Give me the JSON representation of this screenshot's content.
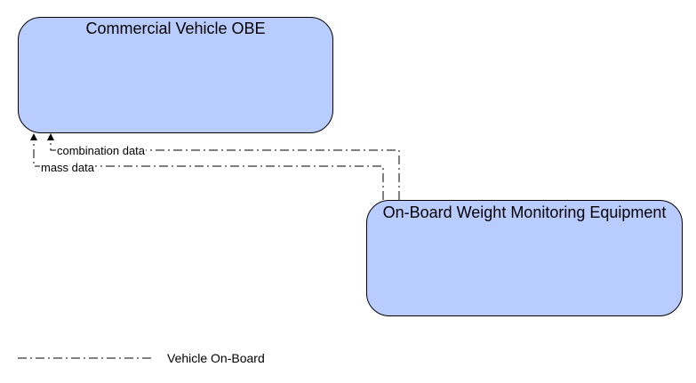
{
  "nodes": {
    "commercial_vehicle_obe": "Commercial Vehicle OBE",
    "weight_monitoring": "On-Board Weight Monitoring Equipment"
  },
  "flows": {
    "combination": "combination data",
    "mass": "mass data"
  },
  "legend": {
    "vehicle_on_board": "Vehicle On-Board"
  },
  "colors": {
    "node_fill": "#b9ccff",
    "line": "#000000"
  }
}
